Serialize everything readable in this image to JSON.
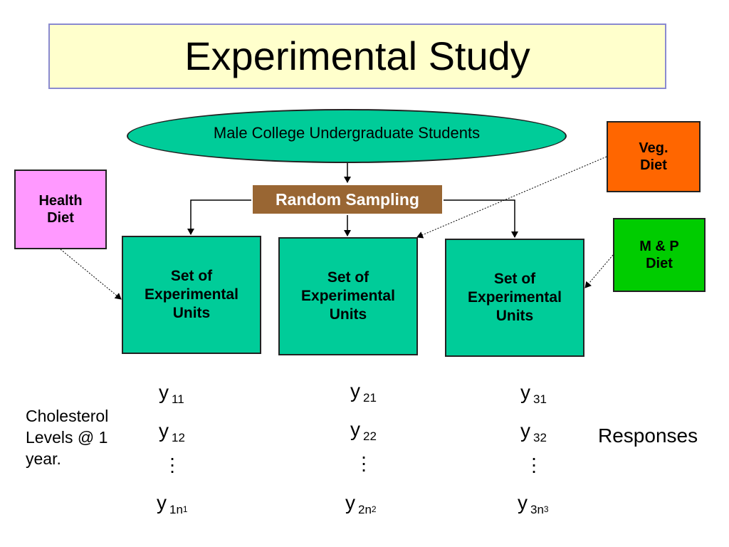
{
  "title": "Experimental Study",
  "population": "Male College Undergraduate Students",
  "sampling": "Random Sampling",
  "treatments": {
    "health": "Health\nDiet",
    "veg": "Veg.\nDiet",
    "mp": "M & P\n Diet"
  },
  "units": [
    "Set of\nExperimental\nUnits",
    "Set of\nExperimental\nUnits",
    "Set of\nExperimental\nUnits"
  ],
  "responses": {
    "col1": {
      "r1": "11",
      "r2": "12",
      "rn": "1n",
      "rn_sub": "1"
    },
    "col2": {
      "r1": "21",
      "r2": "22",
      "rn": "2n",
      "rn_sub": "2"
    },
    "col3": {
      "r1": "31",
      "r2": "32",
      "rn": "3n",
      "rn_sub": "3"
    },
    "y": "y"
  },
  "side_label": "Cholesterol\nLevels @ 1\nyear.",
  "responses_label": "Responses",
  "colors": {
    "title_bg": "#ffffcc",
    "population": "#00cc99",
    "sampling": "#996633",
    "health": "#ff99ff",
    "veg": "#ff6600",
    "mp": "#00cc00",
    "unit": "#00cc99"
  }
}
